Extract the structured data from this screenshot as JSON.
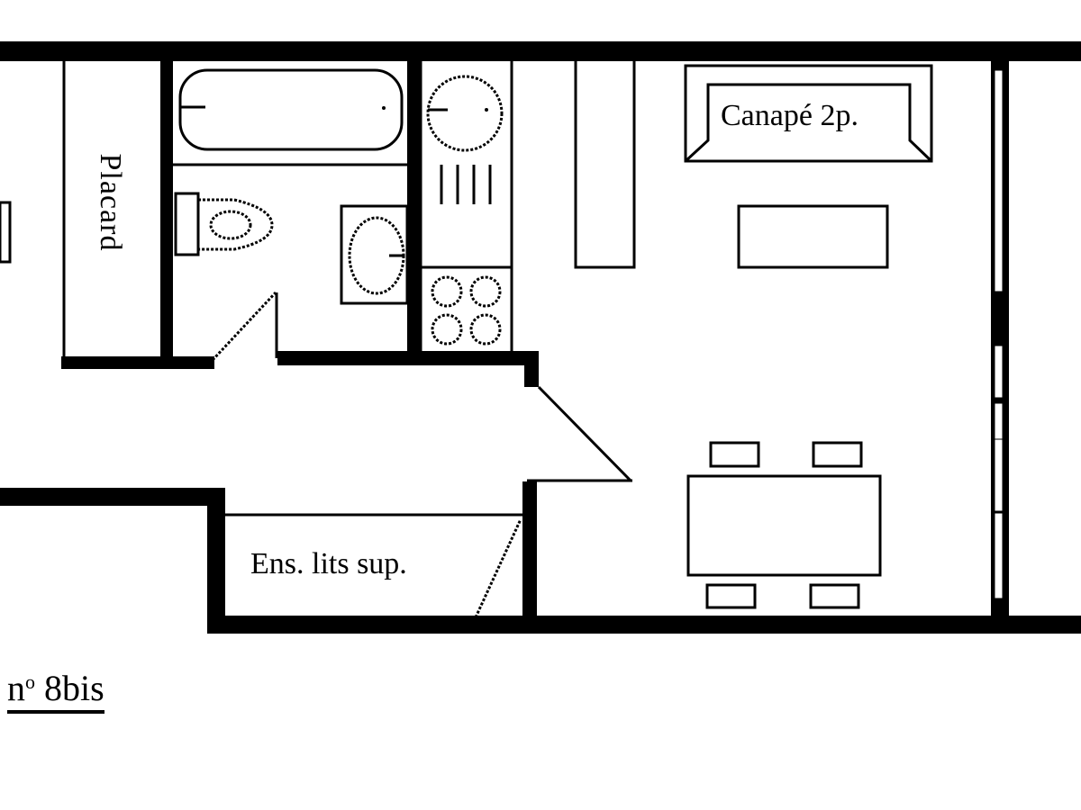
{
  "plan": {
    "title_prefix": "n",
    "title_degree": "o",
    "title_number": "8bis",
    "title_full": "n° 8bis",
    "wall_color": "#000000",
    "background_color": "#ffffff"
  },
  "rooms": {
    "closet": {
      "label": "Placard"
    },
    "sofa": {
      "label": "Canapé 2p."
    },
    "storage": {
      "label": "Ens. lits sup."
    },
    "bathroom": {
      "fixtures": [
        "bathtub",
        "toilet",
        "washbasin"
      ]
    },
    "kitchen": {
      "fixtures": [
        "sink",
        "drainer",
        "cooktop-4-burners"
      ]
    },
    "living": {
      "fixtures": [
        "sofa-2-seats",
        "coffee-table",
        "shelf",
        "dining-table",
        "chair",
        "chair",
        "chair",
        "chair"
      ]
    }
  }
}
